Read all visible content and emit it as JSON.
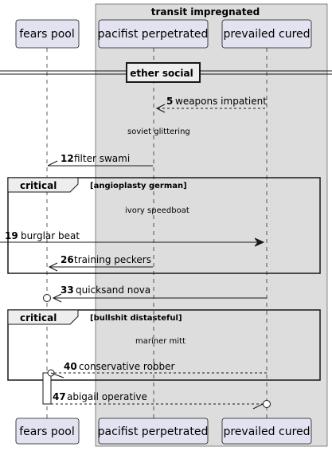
{
  "box": {
    "title": "transit impregnated"
  },
  "participants": [
    {
      "name": "fears pool"
    },
    {
      "name": "pacifist perpetrated"
    },
    {
      "name": "prevailed cured"
    }
  ],
  "divider": {
    "label": "ether social"
  },
  "messages": [
    {
      "num": "5",
      "text": "weapons impatient"
    },
    {
      "num": "12",
      "text": "filter swami"
    },
    {
      "num": "19",
      "text": "burglar beat"
    },
    {
      "num": "26",
      "text": "training peckers"
    },
    {
      "num": "33",
      "text": "quicksand nova"
    },
    {
      "num": "40",
      "text": "conservative robber"
    },
    {
      "num": "47",
      "text": "abigail operative"
    }
  ],
  "notes": [
    {
      "text": "soviet glittering"
    },
    {
      "text": "ivory speedboat"
    },
    {
      "text": "mariner mitt"
    }
  ],
  "fragments": [
    {
      "kind": "critical",
      "guard": "[angioplasty german]"
    },
    {
      "kind": "critical",
      "guard": "[bullshit distasteful]"
    }
  ],
  "colors": {
    "participant_fill": "#E2E2F0",
    "participant_border": "#181818",
    "box_fill": "#DDDDDD",
    "lifeline": "#181818",
    "line": "#181818"
  }
}
